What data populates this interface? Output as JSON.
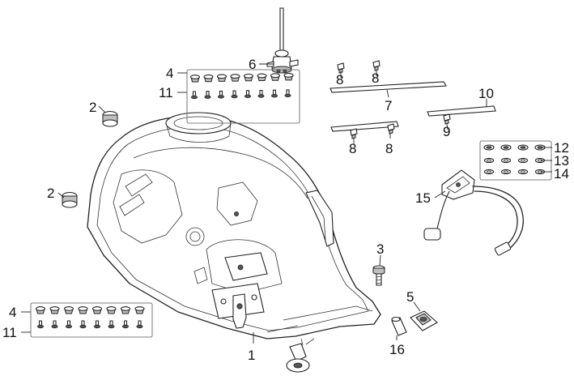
{
  "callouts": {
    "c1": "1",
    "c2a": "2",
    "c2b": "2",
    "c3": "3",
    "c4a": "4",
    "c4b": "4",
    "c5": "5",
    "c6": "6",
    "c7": "7",
    "c8a": "8",
    "c8b": "8",
    "c8c": "8",
    "c8d": "8",
    "c9": "9",
    "c10": "10",
    "c11a": "11",
    "c11b": "11",
    "c12": "12",
    "c13": "13",
    "c14": "14",
    "c15": "15",
    "c16": "16"
  },
  "colors": {
    "line": "#222222",
    "shade": "#bfbfbf",
    "background": "#ffffff"
  }
}
